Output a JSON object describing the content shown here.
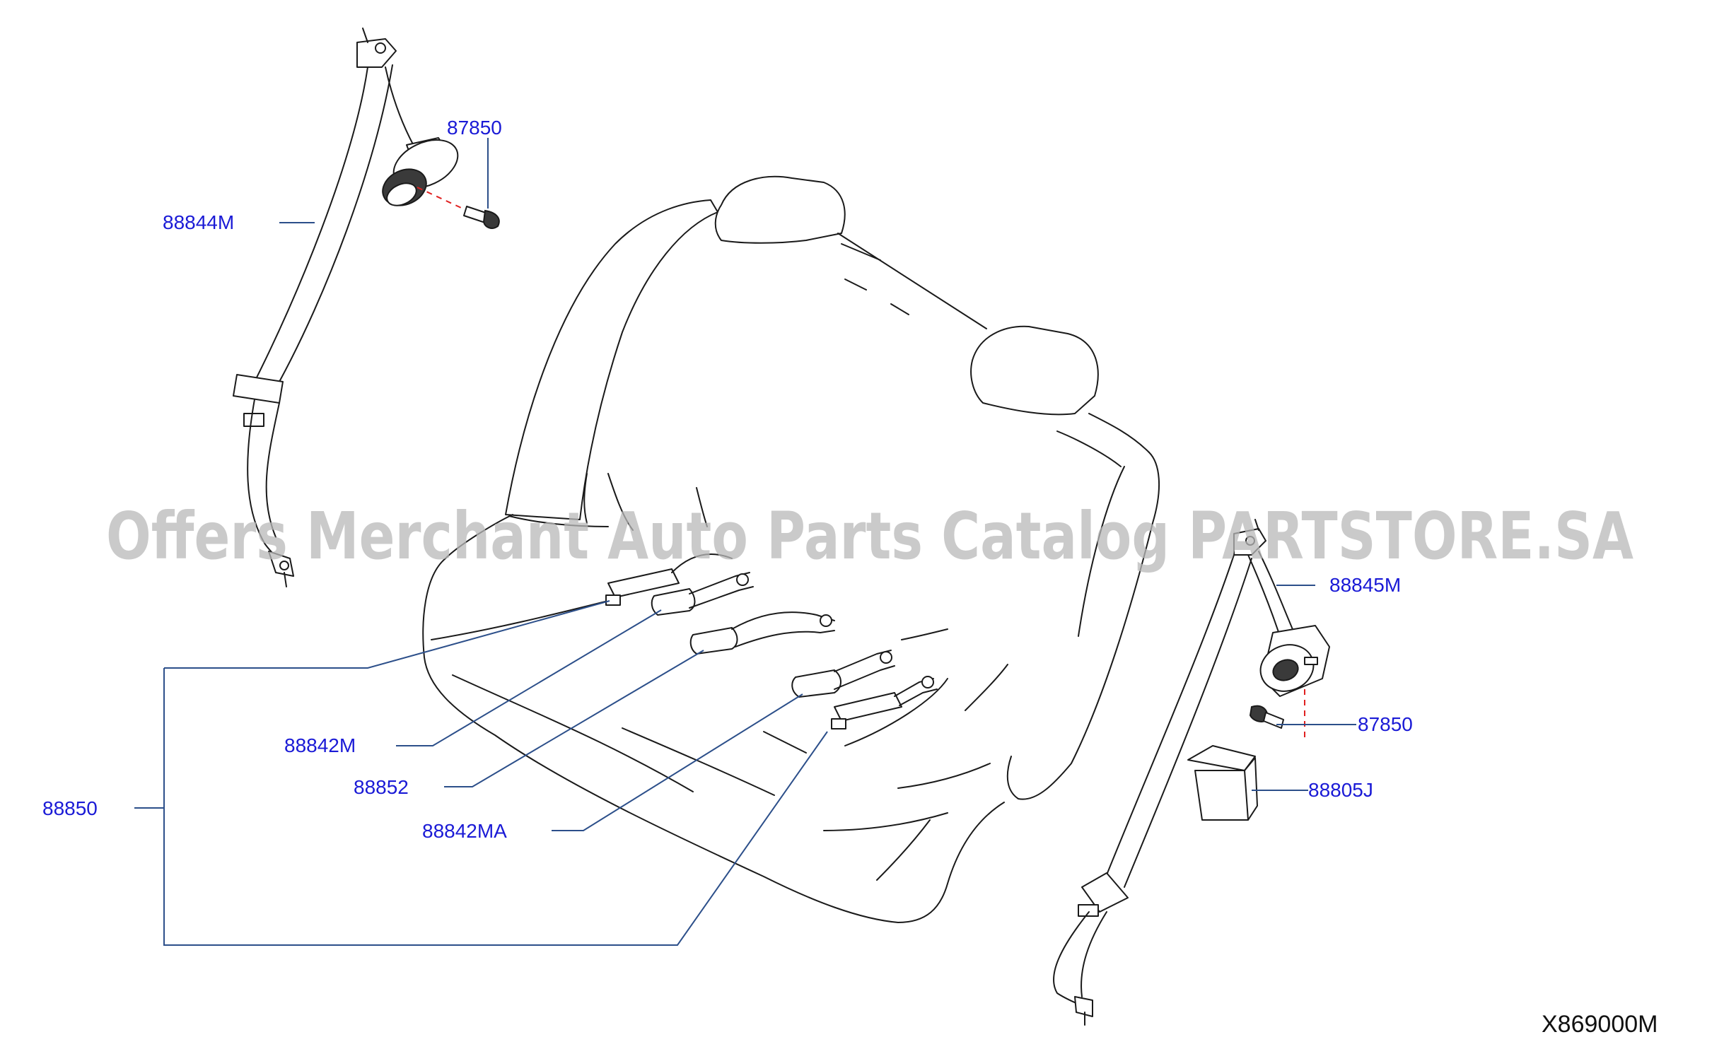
{
  "watermark": "Offers Merchant Auto Parts Catalog PARTSTORE.SA",
  "diagram_id": "X869000M",
  "colors": {
    "label": "#1a1ad6",
    "leader": "#2c4f8a",
    "dashed_axis": "#e02020",
    "watermark": "#b9b9b9"
  },
  "part_labels": {
    "p87850_top": "87850",
    "p88844M": "88844M",
    "p88845M": "88845M",
    "p87850_right": "87850",
    "p88805J": "88805J",
    "p88842M": "88842M",
    "p88852": "88852",
    "p88842MA": "88842MA",
    "p88850": "88850"
  }
}
